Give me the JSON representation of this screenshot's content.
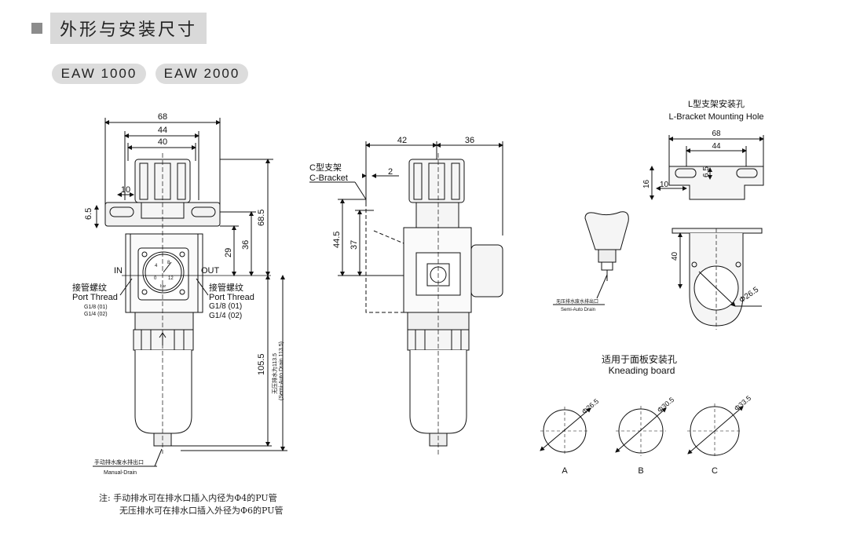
{
  "title": "外形与安装尺寸",
  "models": [
    "EAW 1000",
    "EAW 2000"
  ],
  "front_view": {
    "dims": [
      "68",
      "44",
      "40",
      "10",
      "6.5",
      "68.5",
      "29",
      "36",
      "105.5"
    ],
    "in_label": "IN",
    "out_label": "OUT",
    "port_thread_cn": "接管螺纹",
    "port_thread_en": "Port Thread",
    "left_threads": [
      "G1/8 (01)",
      "G1/4 (02)"
    ],
    "right_threads": [
      "G1/8 (01)",
      "G1/4 (02)"
    ],
    "semi_auto_cn": "无压排水为113.5",
    "semi_auto_en": "(Semi-Auto Drain 113.5)",
    "manual_drain_cn": "手动排水废水排出口",
    "manual_drain_en": "Manual-Drain",
    "gauge_marks": [
      "4",
      "8",
      "12",
      "0",
      "bar"
    ]
  },
  "side_view": {
    "dims": [
      "42",
      "36",
      "2",
      "44.5",
      "37"
    ],
    "c_bracket_cn": "C型支架",
    "c_bracket_en": "C-Bracket"
  },
  "l_bracket": {
    "title_cn": "L型支架安装孔",
    "title_en": "L-Bracket  Mounting Hole",
    "dims": [
      "68",
      "44",
      "16",
      "10",
      "6.5",
      "40",
      "Φ26.5"
    ]
  },
  "semi_auto_detail": {
    "label_cn": "无压排水废水排出口",
    "label_en": "Semi-Auto Drain"
  },
  "panel": {
    "title_cn": "适用于面板安装孔",
    "title_en": "Kneading board",
    "holes": [
      {
        "label": "A",
        "dia": "Φ26.5"
      },
      {
        "label": "B",
        "dia": "Φ30.5"
      },
      {
        "label": "C",
        "dia": "Φ33.5"
      }
    ]
  },
  "note": {
    "line1": "注: 手动排水可在排水口插入内径为Φ4的PU管",
    "line2": "无压排水可在排水口插入外径为Φ6的PU管"
  }
}
